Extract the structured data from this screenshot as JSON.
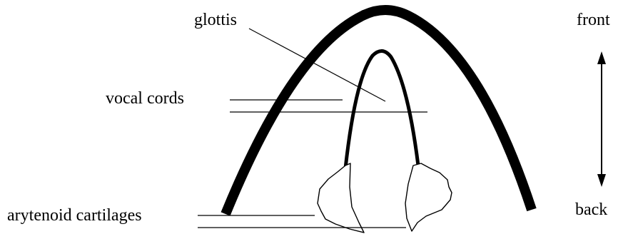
{
  "labels": {
    "glottis": "glottis",
    "vocal_cords": "vocal cords",
    "arytenoid_cartilages": "arytenoid cartilages",
    "front": "front",
    "back": "back"
  },
  "colors": {
    "ink": "#000000",
    "background": "#ffffff"
  }
}
